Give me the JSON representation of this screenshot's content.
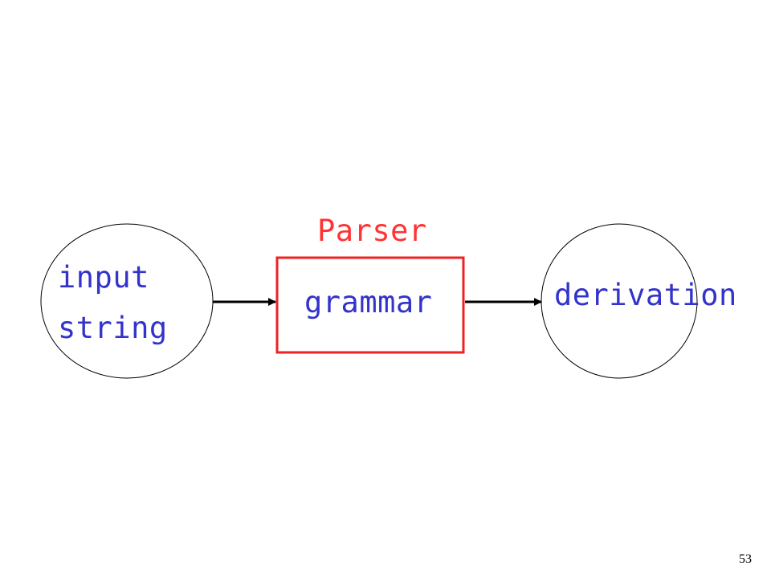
{
  "diagram": {
    "title": "Parser",
    "input_node": {
      "line1": "input",
      "line2": "string"
    },
    "process_node": {
      "label": "grammar"
    },
    "output_node": {
      "label": "derivation"
    }
  },
  "colors": {
    "node_text": "#3333cc",
    "title_text": "#ff3333",
    "box_border": "#ee2222",
    "outline": "#000000"
  },
  "page_number": "53"
}
